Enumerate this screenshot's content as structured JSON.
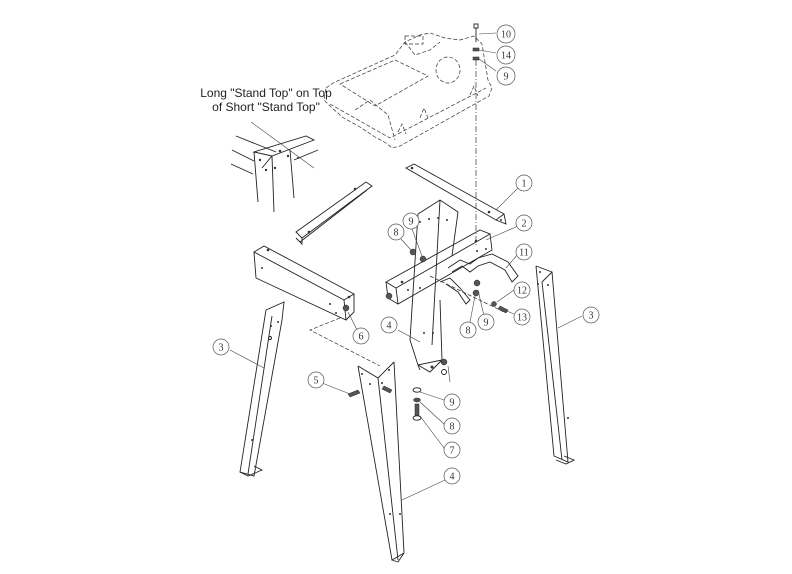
{
  "diagram": {
    "type": "exploded-parts-view",
    "subject": "Saw stand assembly",
    "note": {
      "line1": "Long \"Stand Top\" on Top",
      "line2": "of Short \"Stand Top\""
    },
    "balloons": [
      {
        "id": "b10",
        "label": "10",
        "part": "bolt"
      },
      {
        "id": "b14",
        "label": "14",
        "part": "washer"
      },
      {
        "id": "b9a",
        "label": "9",
        "part": "washer"
      },
      {
        "id": "b1",
        "label": "1",
        "part": "long stand top"
      },
      {
        "id": "b2",
        "label": "2",
        "part": "stand top brace"
      },
      {
        "id": "b11",
        "label": "11",
        "part": "handle bracket"
      },
      {
        "id": "b12",
        "label": "12",
        "part": "nut"
      },
      {
        "id": "b13",
        "label": "13",
        "part": "screw"
      },
      {
        "id": "b9b",
        "label": "9",
        "part": "washer"
      },
      {
        "id": "b8a",
        "label": "8",
        "part": "nut"
      },
      {
        "id": "b9c",
        "label": "9",
        "part": "washer"
      },
      {
        "id": "b8b",
        "label": "8",
        "part": "nut"
      },
      {
        "id": "b4a",
        "label": "4",
        "part": "leg"
      },
      {
        "id": "b6",
        "label": "6",
        "part": "nut"
      },
      {
        "id": "b3a",
        "label": "3",
        "part": "leg"
      },
      {
        "id": "b3b",
        "label": "3",
        "part": "leg"
      },
      {
        "id": "b5",
        "label": "5",
        "part": "carriage bolt"
      },
      {
        "id": "b9d",
        "label": "9",
        "part": "washer"
      },
      {
        "id": "b8c",
        "label": "8",
        "part": "nut"
      },
      {
        "id": "b7",
        "label": "7",
        "part": "bolt"
      },
      {
        "id": "b4b",
        "label": "4",
        "part": "leg"
      }
    ],
    "colors": {
      "line": "#222222",
      "background": "#ffffff",
      "balloon_stroke": "#555555"
    }
  }
}
